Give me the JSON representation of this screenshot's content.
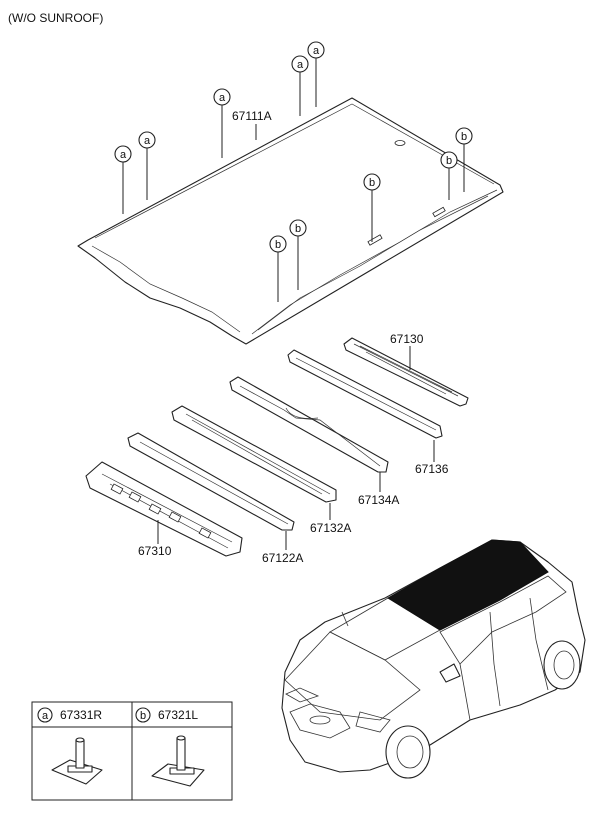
{
  "header": {
    "variant_note": "(W/O SUNROOF)"
  },
  "callout_letters": {
    "a": "a",
    "b": "b"
  },
  "parts": {
    "roof_panel": "67111A",
    "rear_rail": "67130",
    "rail_136": "67136",
    "rail_134A": "67134A",
    "rail_132A": "67132A",
    "rail_122A": "67122A",
    "front_rail": "67310"
  },
  "legend": {
    "a": {
      "letter": "a",
      "part_no": "67331R"
    },
    "b": {
      "letter": "b",
      "part_no": "67321L"
    }
  }
}
